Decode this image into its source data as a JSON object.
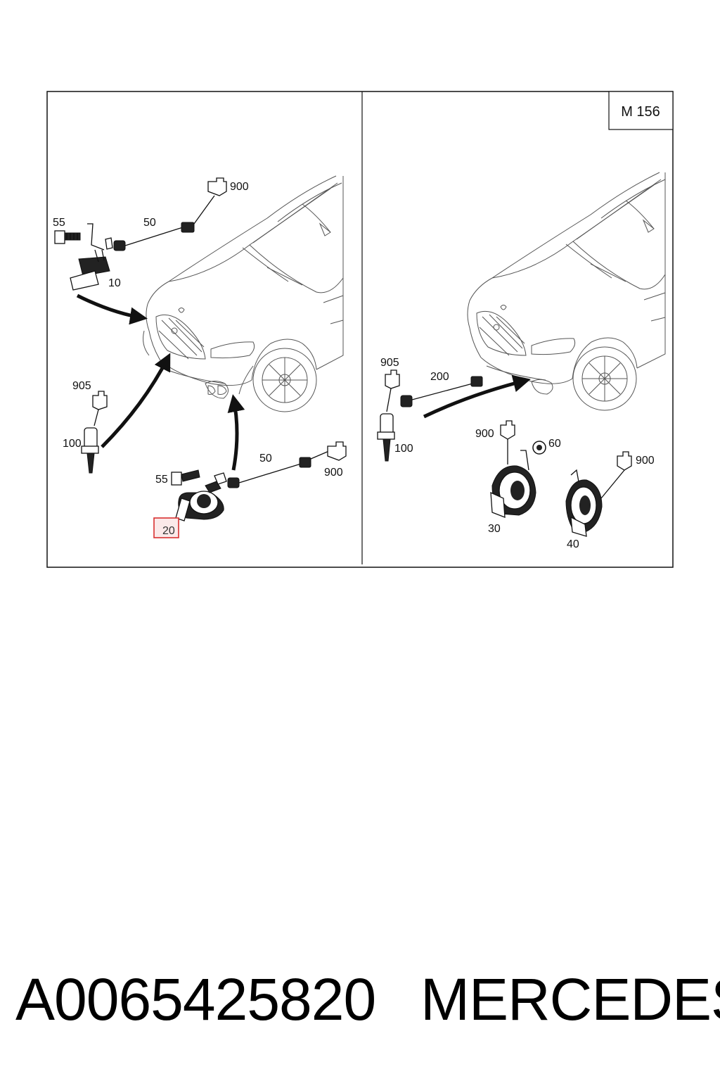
{
  "badge": "M 156",
  "labels": {
    "l55a": "55",
    "l50a": "50",
    "l900a": "900",
    "l10": "10",
    "l905a": "905",
    "l100a": "100",
    "l55b": "55",
    "l50b": "50",
    "l900b": "900",
    "l20": "20",
    "l905b": "905",
    "l200": "200",
    "l100b": "100",
    "l900c": "900",
    "l60": "60",
    "l900d": "900",
    "l30": "30",
    "l40": "40"
  },
  "footer": {
    "part_number": "A0065425820",
    "brand": "MERCEDES"
  },
  "colors": {
    "highlight": "#d93030",
    "highlight_fill": "#fbe9e9",
    "line": "#111111"
  }
}
